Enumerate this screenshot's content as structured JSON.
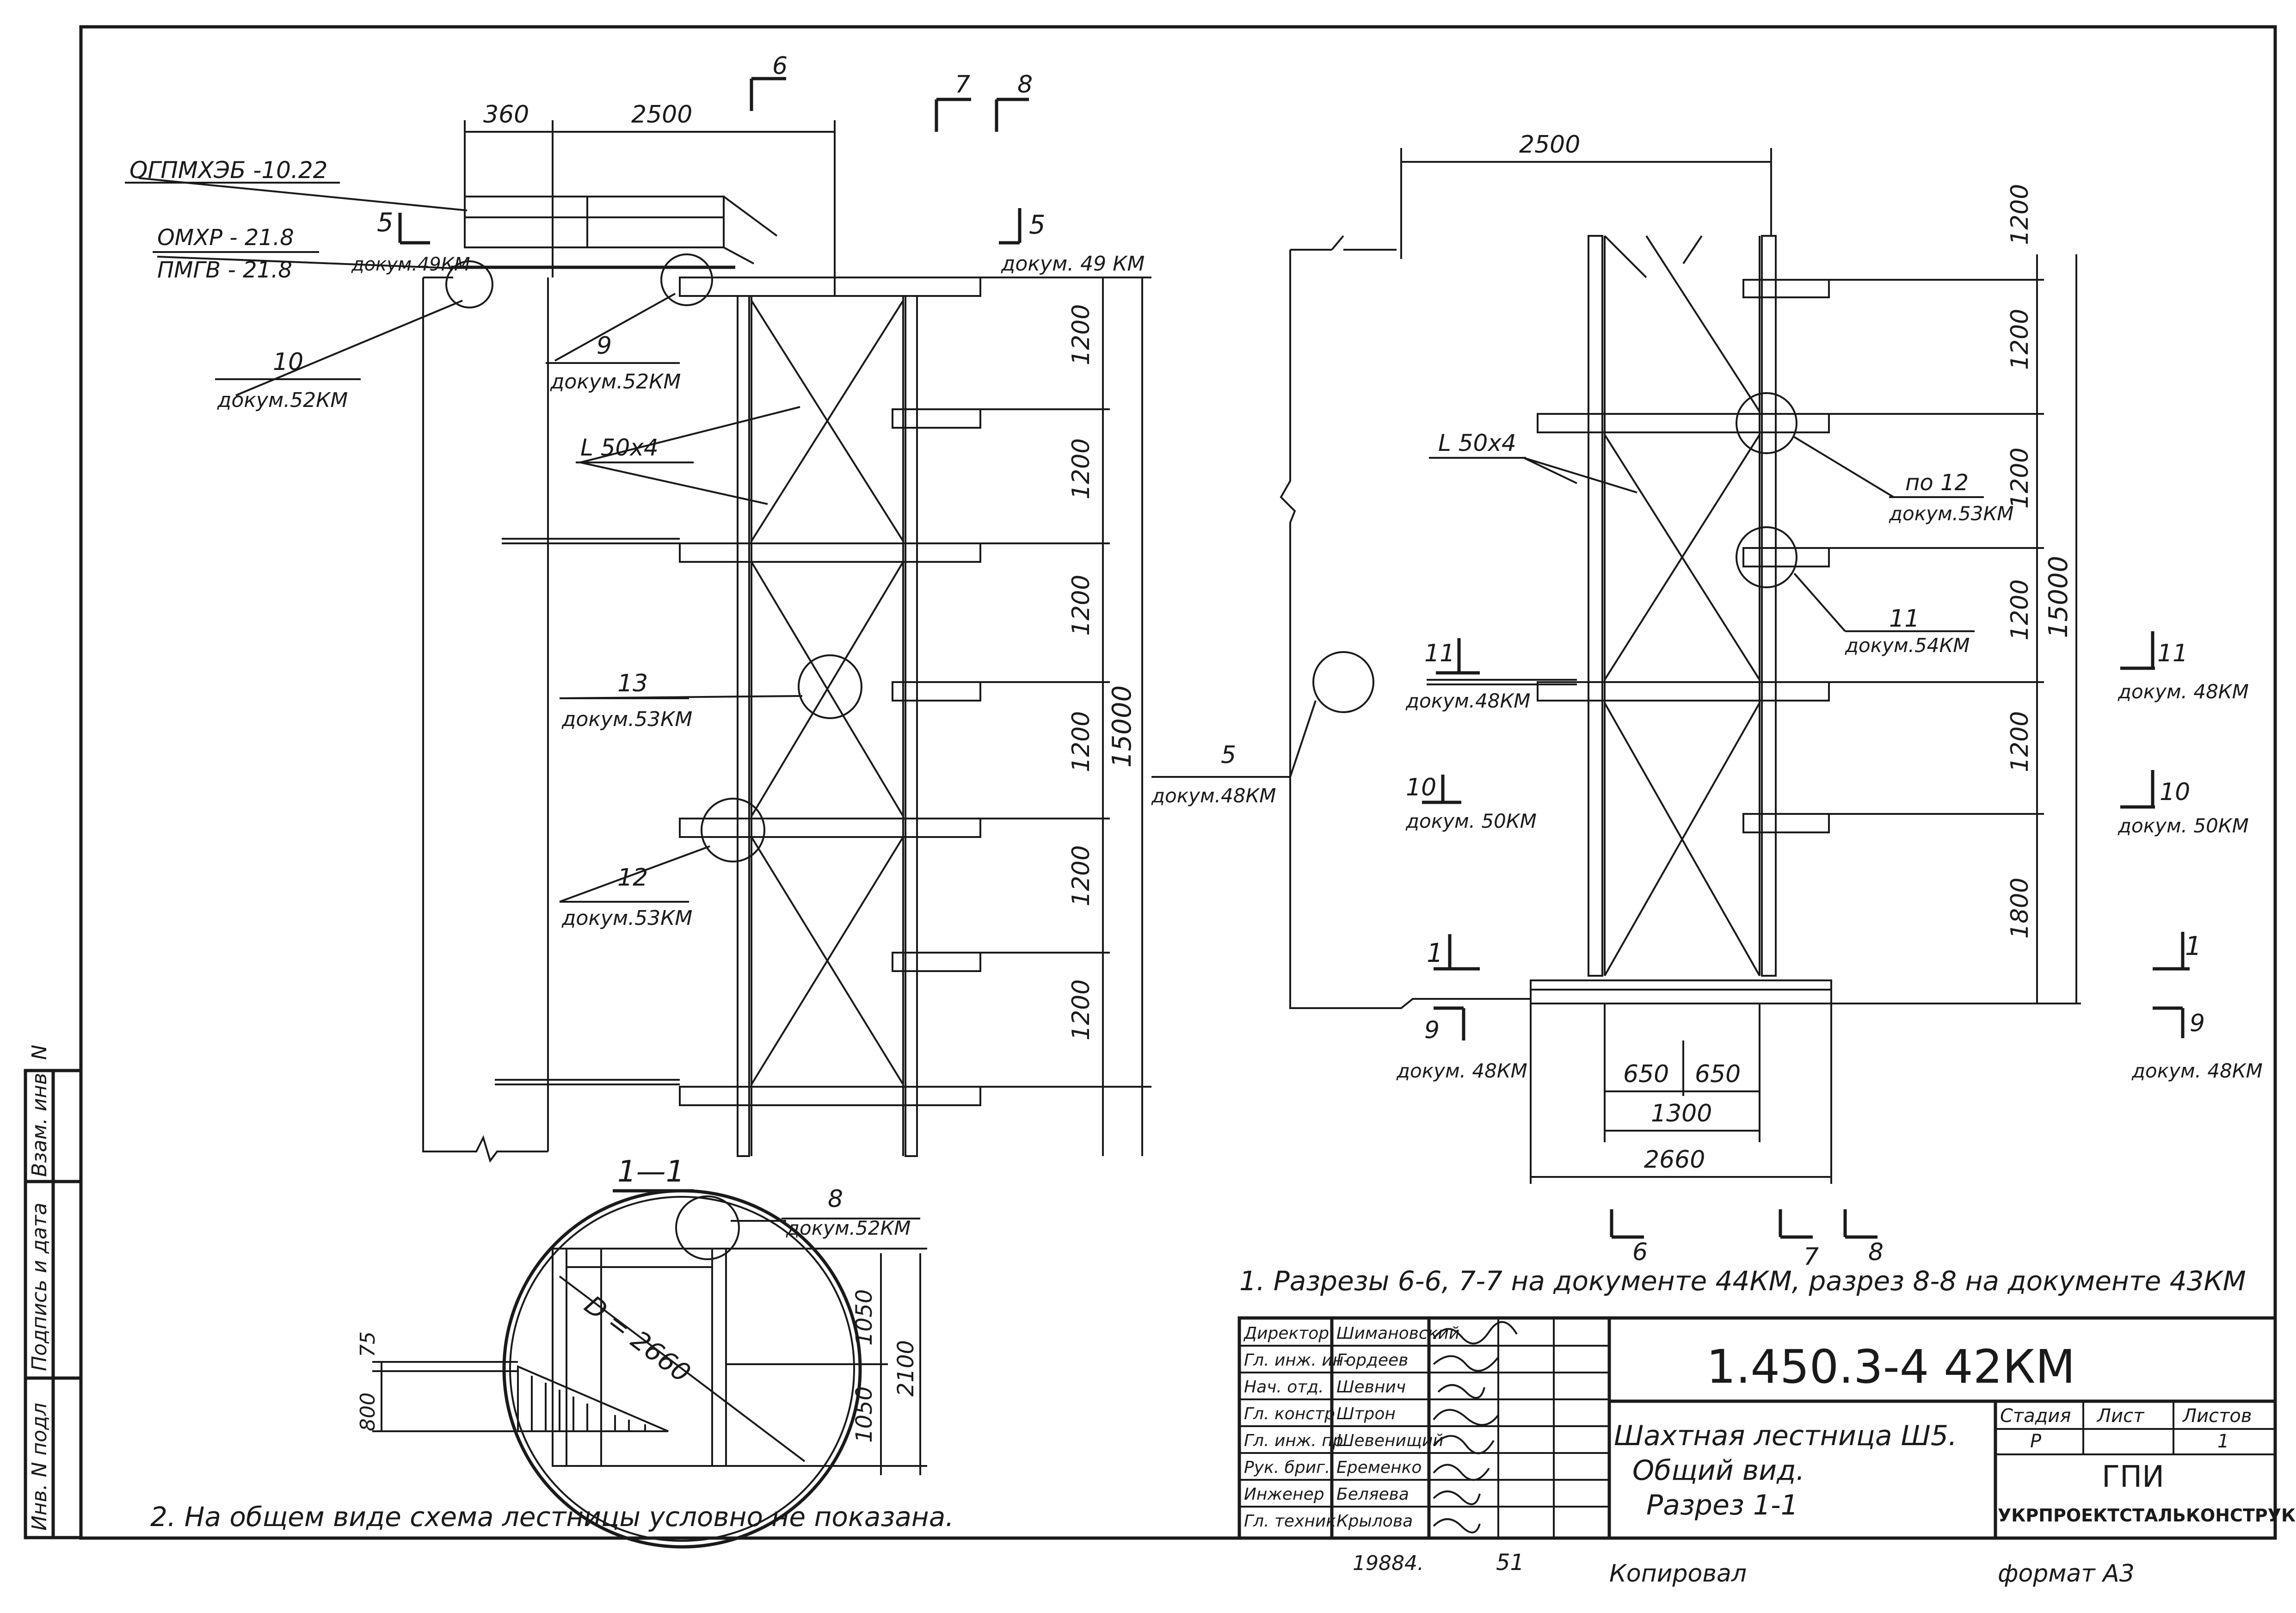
{
  "left_view": {
    "top_dims": [
      "360",
      "2500"
    ],
    "refs": [
      {
        "main": "ОГПМХЭБ -10.22",
        "sub": ""
      },
      {
        "main": "ОМХР - 21.8",
        "sub": "ПМГВ - 21.8"
      },
      {
        "main": "10",
        "sub": "докум.52КМ"
      },
      {
        "main": "9",
        "sub": "докум.52КМ"
      },
      {
        "main": "L 50x4",
        "sub": ""
      },
      {
        "main": "13",
        "sub": "докум.53КМ"
      },
      {
        "main": "12",
        "sub": "докум.53КМ"
      },
      {
        "main": "5",
        "sub": "докум.48КМ"
      }
    ],
    "section_marks": [
      {
        "num": "5",
        "doc": "докум.49КМ"
      },
      {
        "num": "5",
        "doc": "докум. 49 КМ"
      },
      {
        "num": "6",
        "doc": ""
      },
      {
        "num": "7",
        "doc": ""
      },
      {
        "num": "8",
        "doc": ""
      }
    ],
    "right_dims": [
      "1200",
      "1200",
      "1200",
      "1200",
      "1200",
      "1200"
    ],
    "total_height": "15000"
  },
  "right_view": {
    "top_dim": "2500",
    "refs": [
      {
        "main": "L 50x4",
        "sub": ""
      },
      {
        "main": "по 12",
        "sub": "докум.53КМ"
      },
      {
        "main": "11",
        "sub": "докум.54КМ"
      }
    ],
    "side_dims": [
      "1200",
      "1200",
      "1200",
      "1200",
      "1200",
      "1800"
    ],
    "total_height": "15000",
    "bottom_dims": [
      "650",
      "650",
      "1300",
      "2660"
    ],
    "section_marks_left": [
      {
        "num": "11",
        "doc": "докум.48КМ"
      },
      {
        "num": "10",
        "doc": "докум. 50КМ"
      },
      {
        "num": "1",
        "doc": ""
      },
      {
        "num": "9",
        "doc": "докум. 48КМ"
      }
    ],
    "section_marks_right": [
      {
        "num": "11",
        "doc": "докум. 48КМ"
      },
      {
        "num": "10",
        "doc": "докум. 50КМ"
      },
      {
        "num": "1",
        "doc": ""
      },
      {
        "num": "9",
        "doc": "докум. 48КМ"
      }
    ],
    "section_marks_bottom": [
      "6",
      "7",
      "8"
    ]
  },
  "section_1_1": {
    "title": "1—1",
    "ref_num": "8",
    "ref_doc": "докум.52КМ",
    "diameter": "D = 2660",
    "dims_left": [
      "75",
      "800"
    ],
    "dims_right": [
      "1050",
      "1050",
      "2100"
    ]
  },
  "notes": {
    "note1": "1. Разрезы 6-6,  7-7 на документе 44КМ, разрез 8-8 на документе 43КМ",
    "note2": "2. На общем виде схема лестницы условно не показана."
  },
  "side_stamp": [
    "Инв. N подл",
    "Подпись и дата",
    "Взам. инв. N"
  ],
  "title_block": {
    "roles": [
      "Директор",
      "Гл. инж. ин-",
      "Нач. отд.",
      "Гл. констр",
      "Гл. инж. пр",
      "Рук. бриг.",
      "Инженер",
      "Гл. техник"
    ],
    "names": [
      "Шимановский",
      "Гордеев",
      "Шевнич",
      "Штрон",
      "Шевенищий",
      "Еременко",
      "Беляева",
      "Крылова"
    ],
    "doc_code": "1.450.3-4  42КМ",
    "title_lines": [
      "Шахтная лестница Ш5.",
      "Общий вид.",
      "Разрез 1-1"
    ],
    "stage_label": "Стадия",
    "sheet_label": "Лист",
    "sheets_label": "Листов",
    "stage": "Р",
    "sheet": "",
    "sheets": "1",
    "org_short": "ГПИ",
    "org_full": "УКРПРОЕКТСТАЛЬКОНСТРУКЦИЯ"
  },
  "footer": {
    "archive_no": "19884.",
    "page_no": "51",
    "copied": "Копировал",
    "format": "формат  А3"
  }
}
